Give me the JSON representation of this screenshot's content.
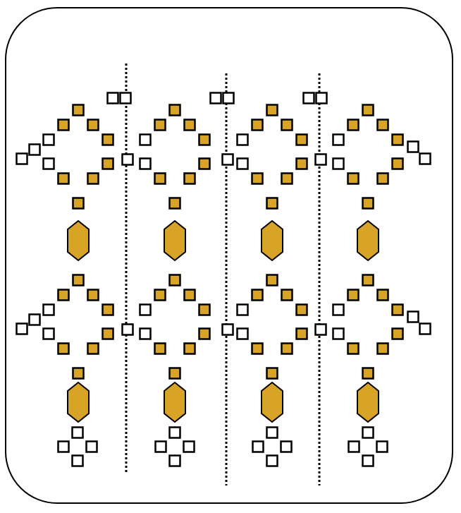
{
  "pattern": {
    "columns": 4,
    "rows": 2,
    "colors": {
      "gold_bead": "#d8a428",
      "white_bead": "#ffffff",
      "outline": "#000000",
      "divider": "#000000"
    },
    "bead_types": [
      "gold-square-bead",
      "white-square-bead",
      "gold-hexagon-bead"
    ],
    "dividers": 3
  }
}
